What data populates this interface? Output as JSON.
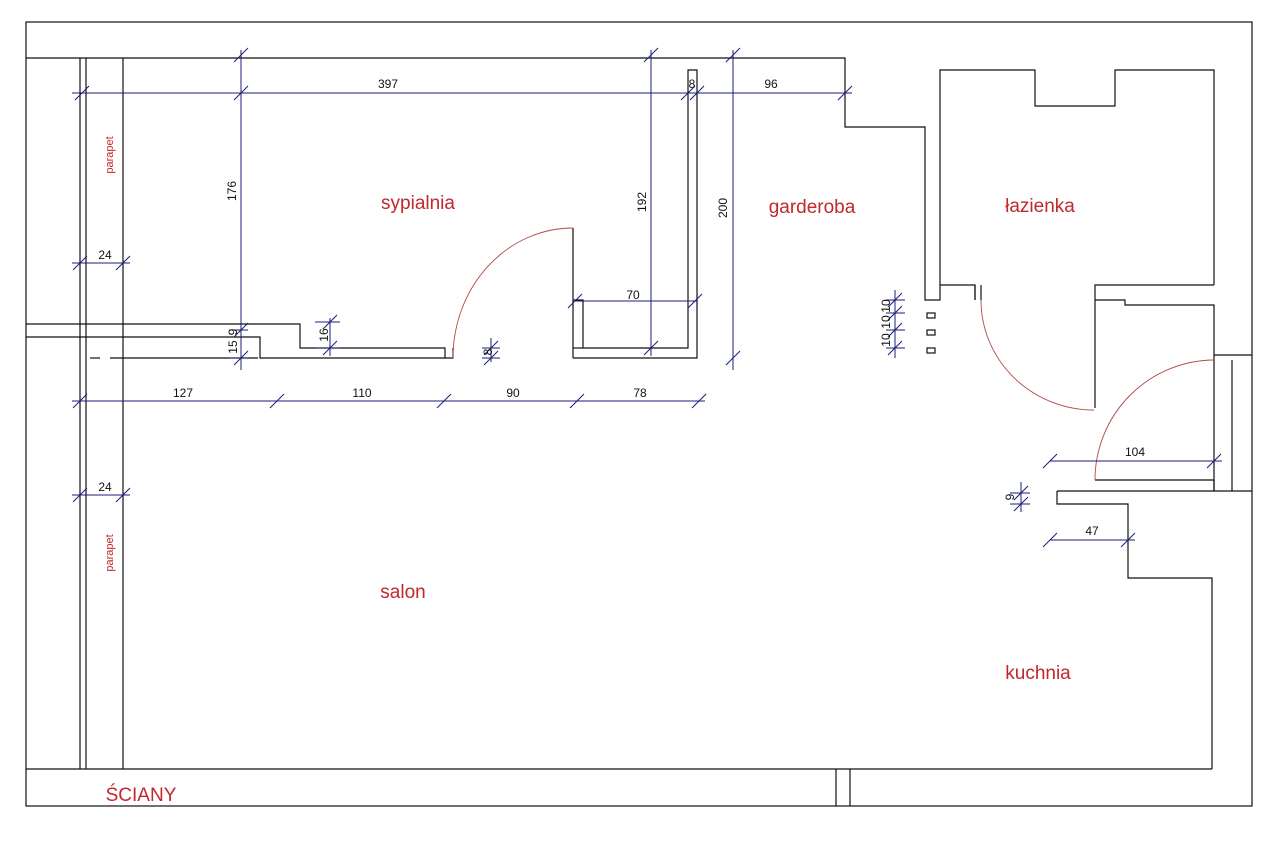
{
  "colors": {
    "room_label": "#c0282c",
    "walls": "#111111",
    "dimension_lines": "#1c1c7a",
    "door_arc": "#b04848"
  },
  "legend": {
    "walls_label": "ŚCIANY"
  },
  "rooms": {
    "sypialnia": "sypialnia",
    "garderoba": "garderoba",
    "lazienka": "łazienka",
    "salon": "salon",
    "kuchnia": "kuchnia"
  },
  "parapet": {
    "top": "parapet",
    "bottom": "parapet"
  },
  "dimensions": {
    "top_397": "397",
    "top_8": "8",
    "top_96": "96",
    "v_176": "176",
    "v_192": "192",
    "v_200": "200",
    "win_24_top": "24",
    "win_24_bottom": "24",
    "h_70": "70",
    "v_16": "16",
    "v_15": "15",
    "v_9": "9",
    "v_8": "8",
    "b_127": "127",
    "b_110": "110",
    "b_90": "90",
    "b_78": "78",
    "v_10_a": "10",
    "v_10_b": "10",
    "v_10_c": "10",
    "h_104": "104",
    "v_9_kitchen": "9",
    "h_47": "47"
  }
}
